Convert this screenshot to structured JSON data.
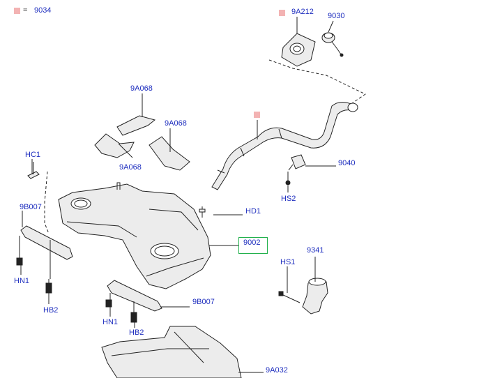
{
  "legend": {
    "equals": "=",
    "part": "9034",
    "marker_color": "#f3b3b3"
  },
  "colors": {
    "label": "#1f2fbf",
    "line": "#222222",
    "part_fill": "#ececec",
    "highlight_box": "#22b14c"
  },
  "labels": {
    "p9A212": "9A212",
    "p9030": "9030",
    "p9A068_top": "9A068",
    "p9A068_right": "9A068",
    "p9A068_bottom": "9A068",
    "pHC1": "HC1",
    "p9B007_left": "9B007",
    "pHN1_left": "HN1",
    "pHB2_left": "HB2",
    "pHD1": "HD1",
    "p9002": "9002",
    "p9040": "9040",
    "pHS2": "HS2",
    "p9341": "9341",
    "pHS1": "HS1",
    "p9B007_bottom": "9B007",
    "pHN1_bottom": "HN1",
    "pHB2_bottom": "HB2",
    "p9A032": "9A032"
  }
}
